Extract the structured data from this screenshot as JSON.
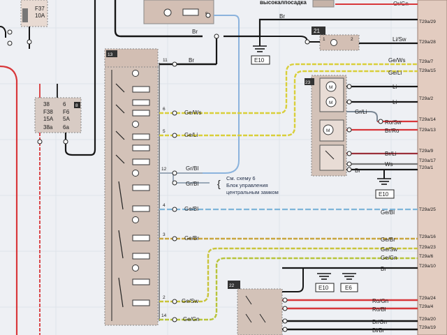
{
  "top": {
    "label_left": "высокалпосадка",
    "label_right": "Or/Gn"
  },
  "fuses": {
    "f37": {
      "name": "F37",
      "amp": "10A"
    },
    "f38": {
      "name": "F38",
      "amp": "15A",
      "pin_top": "38",
      "pin_bottom": "38a"
    },
    "f6": {
      "name": "F6",
      "amp": "5A",
      "pin_top": "6",
      "pin_bottom": "6a"
    },
    "box_num": "8"
  },
  "components": {
    "c13": "13",
    "c23": "23",
    "c22": "22",
    "c21": "21"
  },
  "grounds": {
    "g1": "E10",
    "g2": "E10",
    "g3": "E10",
    "g4": "E6"
  },
  "pins_13": [
    "11",
    "6",
    "5",
    "12",
    "4",
    "3",
    "2",
    "14"
  ],
  "wires_13": [
    "Br",
    "Ge/Ws",
    "Ge/Li",
    "Gr/Bl",
    "Gr/Bl",
    "Ge/Bl",
    "Ge/Br",
    "Ge/Sw",
    "Ge/Gn"
  ],
  "note": {
    "line1": "См. схему 6",
    "line2": "Блок управления",
    "line3": "центральным замком"
  },
  "top_wires": {
    "w5": "5",
    "br1": "Br",
    "br2": "Br",
    "lisw": "Li/Sw",
    "p1": "1",
    "p2": "2"
  },
  "right_wires": [
    "Or/Gn",
    "Br",
    "Li/Sw",
    "Ge/Ws",
    "Ge/Li",
    "Li",
    "Li",
    "Gr/Li",
    "Ro/Sw",
    "Br/Ro",
    "Br/Li",
    "Ws",
    "Br",
    "Ge/Bl",
    "Ge/Br",
    "Ge/Sw",
    "Ge/Gn",
    "Br",
    "Ro/Gn",
    "Ro/Bl",
    "Br/Gn",
    "Bl/Br"
  ],
  "connectors": [
    "T29a/29",
    "T29a/28",
    "T29a/7",
    "T29a/15",
    "T29a/2",
    "T29a/14",
    "T29a/13",
    "T29a/9",
    "T20a/17",
    "T20a/1",
    "T29a/25",
    "T29a/16",
    "T29a/23",
    "T29a/6",
    "T29a/10",
    "T29a/24",
    "T29a/4",
    "T29a/20",
    "T29a/19"
  ],
  "colors": {
    "red": "#d8373a",
    "yellow": "#d9cf3a",
    "black": "#161616",
    "blue": "#6d9fd6",
    "paper": "#eef0f4",
    "comp_fill": "#c7b2a6",
    "right_strip": "#e3ccc0"
  }
}
